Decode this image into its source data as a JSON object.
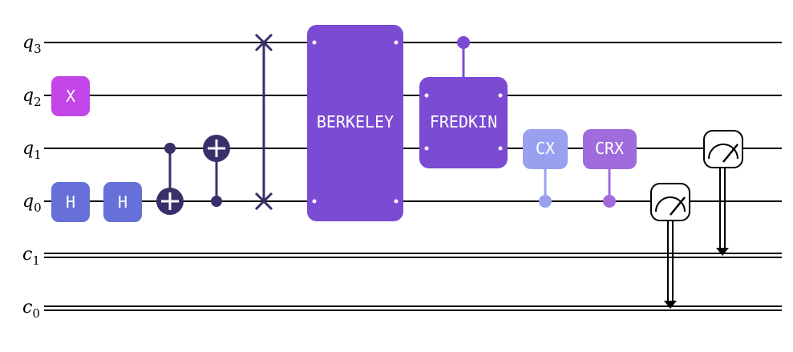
{
  "registers": {
    "q3": {
      "name": "q",
      "index": "3"
    },
    "q2": {
      "name": "q",
      "index": "2"
    },
    "q1": {
      "name": "q",
      "index": "1"
    },
    "q0": {
      "name": "q",
      "index": "0"
    },
    "c1": {
      "name": "c",
      "index": "1"
    },
    "c0": {
      "name": "c",
      "index": "0"
    }
  },
  "gates": {
    "x": {
      "label": "X",
      "qubit": "q2",
      "color": "#c245e8"
    },
    "h1": {
      "label": "H",
      "qubit": "q0",
      "color": "#6670d8"
    },
    "h2": {
      "label": "H",
      "qubit": "q0",
      "color": "#6670d8"
    },
    "cnot1": {
      "type": "cnot",
      "control": "q1",
      "target": "q0",
      "color": "#3b2f6b"
    },
    "cnot2": {
      "type": "cnot",
      "control": "q0",
      "target": "q1",
      "color": "#3b2f6b"
    },
    "swap": {
      "type": "swap",
      "qubits": [
        "q3",
        "q0"
      ],
      "color": "#3b2f6b"
    },
    "berkeley": {
      "label": "BERKELEY",
      "qubits": [
        "q3",
        "q2",
        "q1",
        "q0"
      ],
      "color": "#7b4bd4"
    },
    "fredkin": {
      "label": "FREDKIN",
      "control": "q3",
      "qubits": [
        "q2",
        "q1"
      ],
      "color": "#7b4bd4"
    },
    "cx": {
      "label": "CX",
      "control": "q0",
      "target": "q1",
      "color": "#9aa0f0"
    },
    "crx": {
      "label": "CRX",
      "control": "q0",
      "target": "q1",
      "color": "#a06bdc"
    },
    "measure0": {
      "type": "measure",
      "qubit": "q0",
      "clbit": "c0"
    },
    "measure1": {
      "type": "measure",
      "qubit": "q1",
      "clbit": "c1"
    }
  }
}
